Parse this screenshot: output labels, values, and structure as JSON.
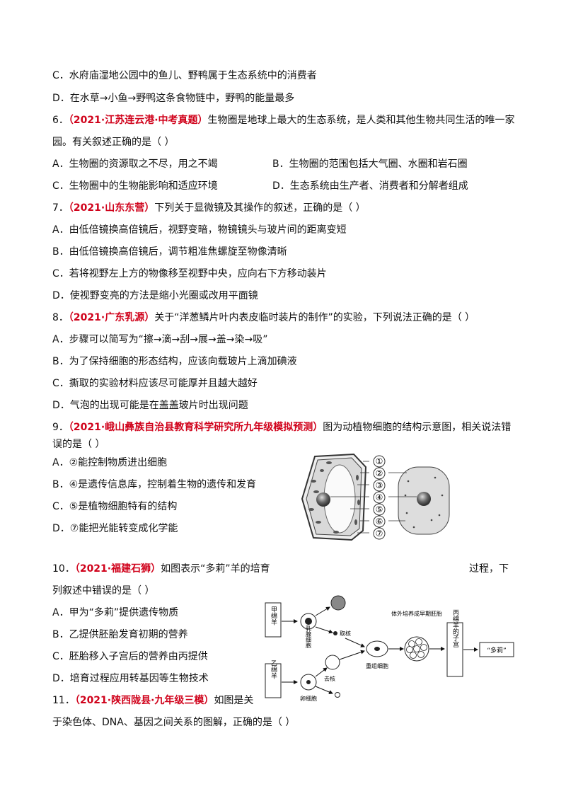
{
  "q5": {
    "optC": "C．水府庙湿地公园中的鱼儿、野鸭属于生态系统中的消费者",
    "optD": "D．在水草→小鱼→野鸭这条食物链中，野鸭的能量最多"
  },
  "q6": {
    "num": "6．",
    "src": "（2021·江苏连云港·中考真题）",
    "stem1": "生物圈是地球上最大的生态系统，是人类和其他生物共同生活的唯一家",
    "stem2": "园。有关叙述正确的是（    ）",
    "optA": "A．生物圈的资源取之不尽，用之不竭",
    "optB": "B．生物圈的范围包括大气圈、水圈和岩石圈",
    "optC": "C．生物圈中的生物能影响和适应环境",
    "optD": "D．生态系统由生产者、消费者和分解者组成"
  },
  "q7": {
    "num": "7．",
    "src": "（2021·山东东营）",
    "stem": "下列关于显微镜及其操作的叙述，正确的是（       ）",
    "optA": "A．由低倍镜换高倍镜后，视野变暗，物镜镜头与玻片间的距离变短",
    "optB": "B．由低倍镜换高倍镜后，调节粗准焦螺旋至物像清晰",
    "optC": "C．若将视野左上方的物像移至视野中央，应向右下方移动装片",
    "optD": "D．使视野变亮的方法是缩小光圈或改用平面镜"
  },
  "q8": {
    "num": "8．",
    "src": "（2021·广东乳源）",
    "stem": "关于“洋葱鳞片叶内表皮临时装片的制作”的实验，下列说法正确的是（       ）",
    "optA": "A．步骤可以简写为“擦→滴→刮→展→盖→染→吸”",
    "optB": "B．为了保持细胞的形态结构，应该向载玻片上滴加碘液",
    "optC": "C．撕取的实验材料应该尽可能厚并且越大越好",
    "optD": "D．气泡的出现可能是在盖盖玻片时出现问题"
  },
  "q9": {
    "num": "9．",
    "src": "（2021·峨山彝族自治县教育科学研究所九年级模拟预测）",
    "stem1": "图为动植物细胞的结构示意图，相关说法错",
    "stem2": "误的是（    ）",
    "optA": "A．②能控制物质进出细胞",
    "optB": "B．④是遗传信息库，控制着生物的遗传和发育",
    "optC": "C．⑤是植物细胞特有的结构",
    "optD": "D．⑦能把光能转变成化学能",
    "labels": [
      "①",
      "②",
      "③",
      "④",
      "⑤",
      "⑥",
      "⑦"
    ]
  },
  "q10": {
    "num": "10．",
    "src": "（2021·福建石狮）",
    "stem1": "如图表示“多莉”羊的培育",
    "stem1b": "过程，下",
    "stem2": "列叙述中错误的是（       ）",
    "optA": "A．甲为“多莉”提供遗传物质",
    "optB": "B．乙提供胚胎发育初期的营养",
    "optC": "C．胚胎移入子宫后的营养由丙提供",
    "optD": "D．培育过程应用转基因等生物技术",
    "diagram": {
      "sheep_a": "甲绵羊",
      "sheep_b": "乙绵羊",
      "sheep_c": "丙绵羊的子宫",
      "mammary": "乳腺细胞",
      "egg": "卵细胞",
      "take_nucleus": "取核",
      "remove_nucleus": "去核",
      "recombined": "重组细胞",
      "culture": "体外培养成早期胚胎",
      "dolly": "“多莉”"
    }
  },
  "q11": {
    "num": "11．",
    "src": "（2021·陕西陇县·九年级三模）",
    "stem1": "如图是关",
    "stem2": "于染色体、DNA、基因之间关系的图解，正确的是（      ）"
  }
}
